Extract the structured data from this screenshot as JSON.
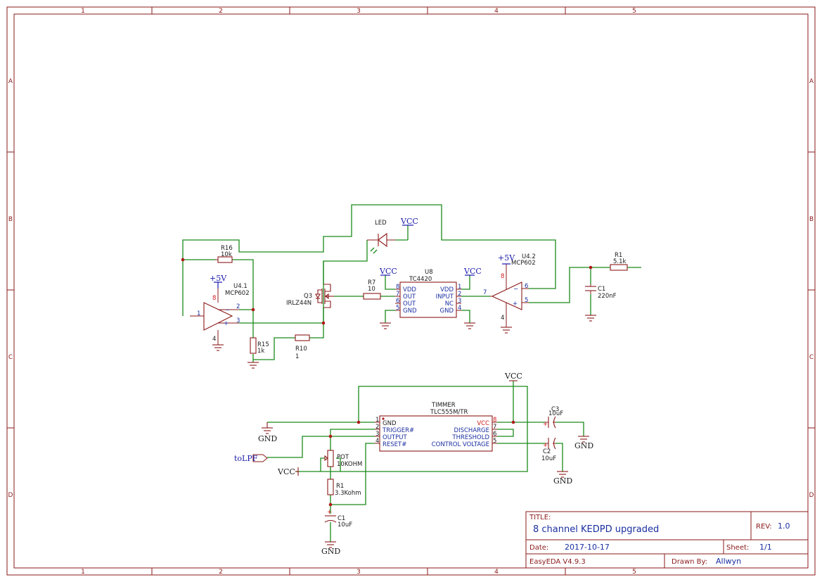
{
  "border": {
    "columns": [
      "1",
      "2",
      "3",
      "4",
      "5"
    ],
    "rows": [
      "A",
      "B",
      "C",
      "D"
    ]
  },
  "title_block": {
    "title_label": "TITLE:",
    "title": "8 channel KEDPD upgraded",
    "rev_label": "REV:",
    "rev": "1.0",
    "date_label": "Date:",
    "date": "2017-10-17",
    "sheet_label": "Sheet:",
    "sheet": "1/1",
    "tool": "EasyEDA V4.9.3",
    "drawn_label": "Drawn By:",
    "drawn_by": "Allwyn"
  },
  "upper": {
    "r16_ref": "R16",
    "r16_val": "10k",
    "u41_ref": "U4.1",
    "u41_val": "MCP602",
    "u41_pin1": "1",
    "u41_pin2": "2",
    "u41_pin3": "3",
    "u41_pin4": "4",
    "u41_pin8": "8",
    "u41_minus": "−",
    "u41_plus": "+",
    "p5v_a": "+5V",
    "r15_ref": "R15",
    "r15_val": "1k",
    "r10_ref": "R10",
    "r10_val": "1",
    "q3_ref": "Q3",
    "q3_val": "IRLZ44N",
    "led_ref": "LED",
    "vcc_led": "VCC",
    "r7_ref": "R7",
    "r7_val": "10",
    "vcc_u8a": "VCC",
    "vcc_u8b": "VCC",
    "u8_ref": "U8",
    "u8_val": "TC4420",
    "u8_left": [
      "VDD",
      "OUT",
      "OUT",
      "GND"
    ],
    "u8_left_pins": [
      "8",
      "7",
      "6",
      "5"
    ],
    "u8_right": [
      "VDD",
      "INPUT",
      "NC",
      "GND"
    ],
    "u8_right_pins": [
      "1",
      "2",
      "3",
      "4"
    ],
    "u42_ref": "U4.2",
    "u42_val": "MCP602",
    "p5v_b": "+5V",
    "u42_pin4": "4",
    "u42_pin5": "5",
    "u42_pin6": "6",
    "u42_pin7": "7",
    "u42_pin8": "8",
    "u42_minus": "−",
    "u42_plus": "+",
    "r1_ref": "R1",
    "r1_val": "5.1k",
    "c1_ref": "C1",
    "c1_val": "220nF"
  },
  "lower": {
    "vcc_top": "VCC",
    "timer_ref": "TIMMER",
    "timer_val": "TLC555M/TR",
    "t_left": [
      "GND",
      "TRIGGER#",
      "OUTPUT",
      "RESET#"
    ],
    "t_left_pins": [
      "1",
      "2",
      "3",
      "4"
    ],
    "t_right": [
      "VCC",
      "DISCHARGE",
      "THRESHOLD",
      "CONTROL VOLTAGE"
    ],
    "t_right_pins": [
      "8",
      "7",
      "6",
      "5"
    ],
    "gnd_left": "GND",
    "c3_ref": "C3",
    "c3_val": "10uF",
    "c2_ref": "C2",
    "c2_val": "10uF",
    "gnd_c3": "GND",
    "gnd_c2": "GND",
    "tolpf": "toLPF",
    "vcc_left": "VCC",
    "pot_ref": "POT",
    "pot_val": "10KOHM",
    "r1_ref": "R1",
    "r1_val": "3.3Kohm",
    "c1_ref": "C1",
    "c1_val": "10uF",
    "gnd_c1": "GND",
    "plus": "+"
  },
  "colors": {
    "frame": "#8b1a1a",
    "wire": "#1a8a1a",
    "part": "#8b1a1a",
    "power": "#1a1aaa",
    "label_blue": "#1a2fa0"
  }
}
